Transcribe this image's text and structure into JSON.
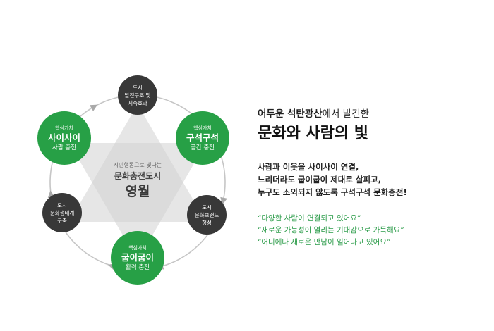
{
  "diagram": {
    "center": {
      "subtitle": "시민행동으로 빛나는",
      "title": "문화충전도시",
      "name": "영월"
    },
    "green_nodes": {
      "top_left": {
        "subtitle": "핵심가치",
        "title": "사이사이",
        "desc": "사람 충전"
      },
      "top_right": {
        "subtitle": "핵심가치",
        "title": "구석구석",
        "desc": "공간 충전"
      },
      "bottom": {
        "subtitle": "핵심가치",
        "title": "굽이굽이",
        "desc": "활력 충전"
      }
    },
    "dark_nodes": {
      "top": [
        "도시",
        "발전구조 및",
        "지속효과"
      ],
      "left": [
        "도시",
        "문화생태계",
        "구축"
      ],
      "right": [
        "도시",
        "문화브랜드",
        "형성"
      ]
    }
  },
  "text": {
    "heading_small_bold": "어두운 석탄광산",
    "heading_small_rest": "에서 발견한",
    "heading_big": "문화와 사람의 빛",
    "body_lines": [
      "사람과 이웃을 사이사이 연결,",
      "느리더라도 굽이굽이 제대로 살피고,",
      "누구도 소외되지 않도록 구석구석 문화충전!"
    ],
    "quotes": [
      "“다양한 사람이 연결되고 있어요”",
      "“새로운 가능성이 열리는 기대감으로 가득해요”",
      "“어디에나 새로운 만남이 일어나고 있어요”"
    ]
  },
  "colors": {
    "green": "#27a046",
    "dark": "#383838",
    "triangle": "#d2d2d2",
    "ring": "#c6c6c6",
    "quote_text": "#2a9b48"
  },
  "icons": [
    "arrow-head-icon"
  ]
}
